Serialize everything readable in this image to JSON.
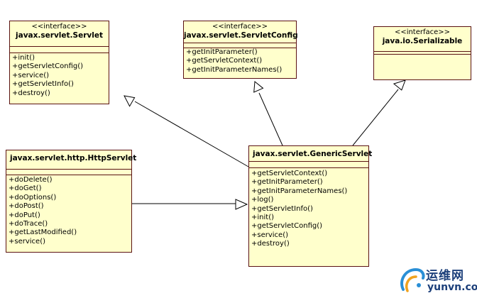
{
  "diagram": {
    "classes": {
      "servlet": {
        "stereotype": "<<interface>>",
        "name": "javax.servlet.Servlet",
        "operations": [
          "+init()",
          "+getServletConfig()",
          "+service()",
          "+getServletInfo()",
          "+destroy()"
        ]
      },
      "servlet_config": {
        "stereotype": "<<interface>>",
        "name": "javax.servlet.ServletConfig",
        "operations": [
          "+getInitParameter()",
          "+getServletContext()",
          "+getInitParameterNames()"
        ]
      },
      "serializable": {
        "stereotype": "<<interface>>",
        "name": "java.io.Serializable",
        "operations": []
      },
      "http_servlet": {
        "name": "javax.servlet.http.HttpServlet",
        "operations": [
          "+doDelete()",
          "+doGet()",
          "+doOptions()",
          "+doPost()",
          "+doPut()",
          "+doTrace()",
          "+getLastModified()",
          "+service()"
        ]
      },
      "generic_servlet": {
        "name": "javax.servlet.GenericServlet",
        "operations": [
          "+getServletContext()",
          "+getInitParameter()",
          "+getInitParameterNames()",
          "+log()",
          "+getServletInfo()",
          "+init()",
          "+getServletConfig()",
          "+service()",
          "+destroy()"
        ]
      }
    },
    "relationships": [
      {
        "from": "GenericServlet",
        "to": "Servlet",
        "type": "realization"
      },
      {
        "from": "GenericServlet",
        "to": "ServletConfig",
        "type": "realization"
      },
      {
        "from": "GenericServlet",
        "to": "Serializable",
        "type": "realization"
      },
      {
        "from": "HttpServlet",
        "to": "GenericServlet",
        "type": "generalization"
      }
    ],
    "colors": {
      "class_fill": "#ffffcc",
      "border": "#5a1212",
      "line": "#000000"
    }
  },
  "watermark": {
    "chinese": "运维网",
    "domain": "yunvn.com"
  }
}
